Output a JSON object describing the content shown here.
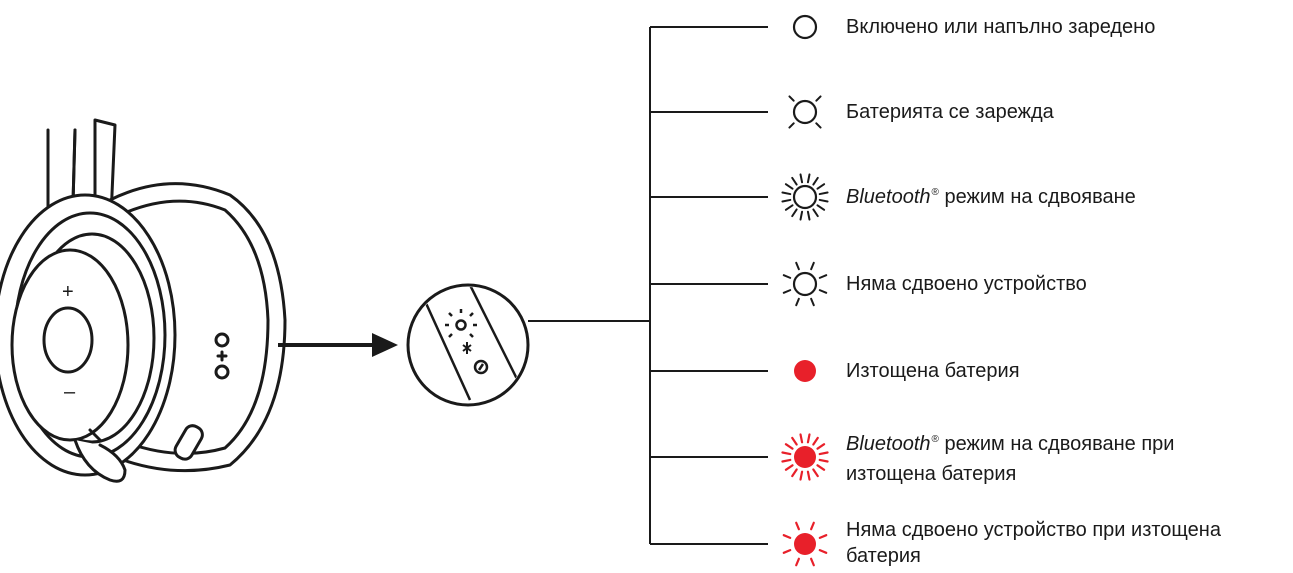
{
  "headset": {
    "volume_plus": "+",
    "volume_minus": "–"
  },
  "colors": {
    "line": "#1a1a1a",
    "red": "#e8202a"
  },
  "legend": [
    {
      "icon": "led-off-icon",
      "text": "Включено или напълно заредено"
    },
    {
      "icon": "led-pulsing-icon",
      "text": "Батерията се зарежда"
    },
    {
      "icon": "led-fast-flashing-icon",
      "brand": "Bluetooth",
      "mark": "®",
      "text": " режим на сдвояване"
    },
    {
      "icon": "led-slow-flashing-icon",
      "text": "Няма сдвоено устройство"
    },
    {
      "icon": "led-red-solid-icon",
      "text": "Изтощена батерия"
    },
    {
      "icon": "led-red-fast-flashing-icon",
      "brand": "Bluetooth",
      "mark": "®",
      "text": " режим на сдвояване при",
      "text2": "изтощена батерия"
    },
    {
      "icon": "led-red-slow-flashing-icon",
      "text": "Няма сдвоено устройство при изтощена",
      "text2": "батерия"
    }
  ]
}
